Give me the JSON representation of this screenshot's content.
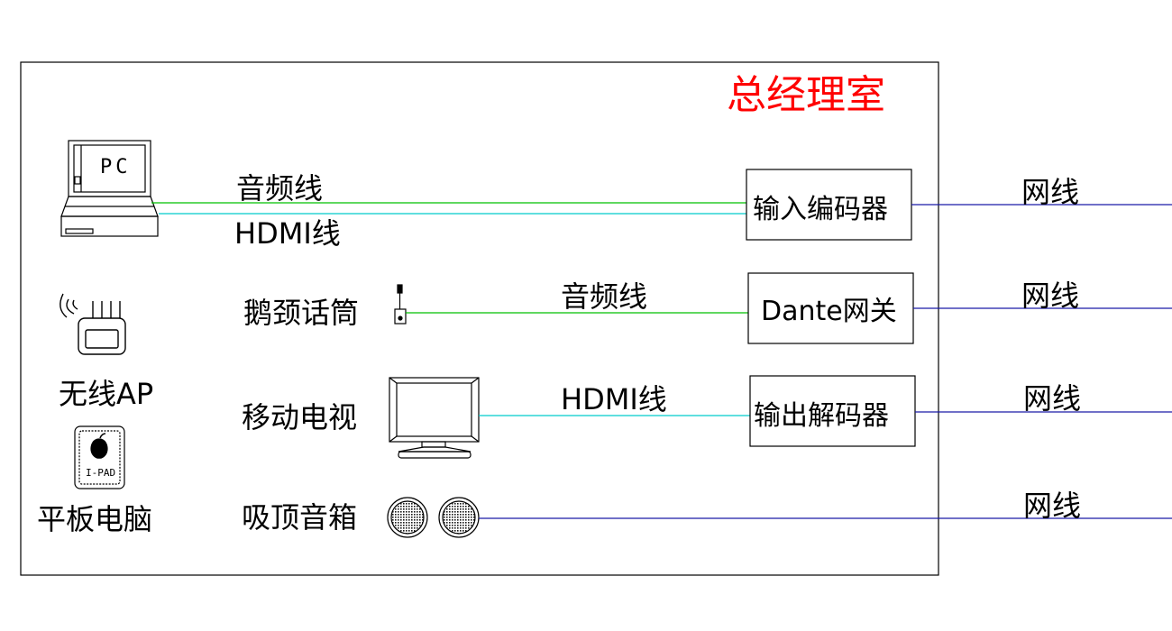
{
  "colors": {
    "background": "#ffffff",
    "stroke": "#000000",
    "title": "#ff0000",
    "audio_line": "#00c000",
    "hdmi_line": "#00cccc",
    "network_line": "#1a1aa8"
  },
  "room": {
    "title": "总经理室"
  },
  "devices": {
    "pc": {
      "icon": "laptop-icon",
      "screen_text": "PC"
    },
    "wireless_ap": {
      "icon": "wireless-router-icon",
      "label": "无线AP"
    },
    "tablet": {
      "icon": "tablet-icon",
      "screen_text": "I-PAD",
      "label": "平板电脑"
    },
    "gooseneck_mic": {
      "icon": "gooseneck-microphone-icon",
      "label": "鹅颈话筒"
    },
    "mobile_tv": {
      "icon": "monitor-icon",
      "label": "移动电视"
    },
    "ceiling_speaker": {
      "icon": "ceiling-speaker-icon",
      "label": "吸顶音箱"
    }
  },
  "equipment": {
    "input_encoder": {
      "label": "输入编码器"
    },
    "dante_gateway": {
      "label": "Dante网关"
    },
    "output_decoder": {
      "label": "输出解码器"
    }
  },
  "cables": {
    "pc_audio": {
      "label": "音频线",
      "kind": "audio"
    },
    "pc_hdmi": {
      "label": "HDMI线",
      "kind": "hdmi"
    },
    "mic_audio": {
      "label": "音频线",
      "kind": "audio"
    },
    "tv_hdmi": {
      "label": "HDMI线",
      "kind": "hdmi"
    },
    "network": {
      "label": "网线",
      "kind": "network"
    }
  }
}
